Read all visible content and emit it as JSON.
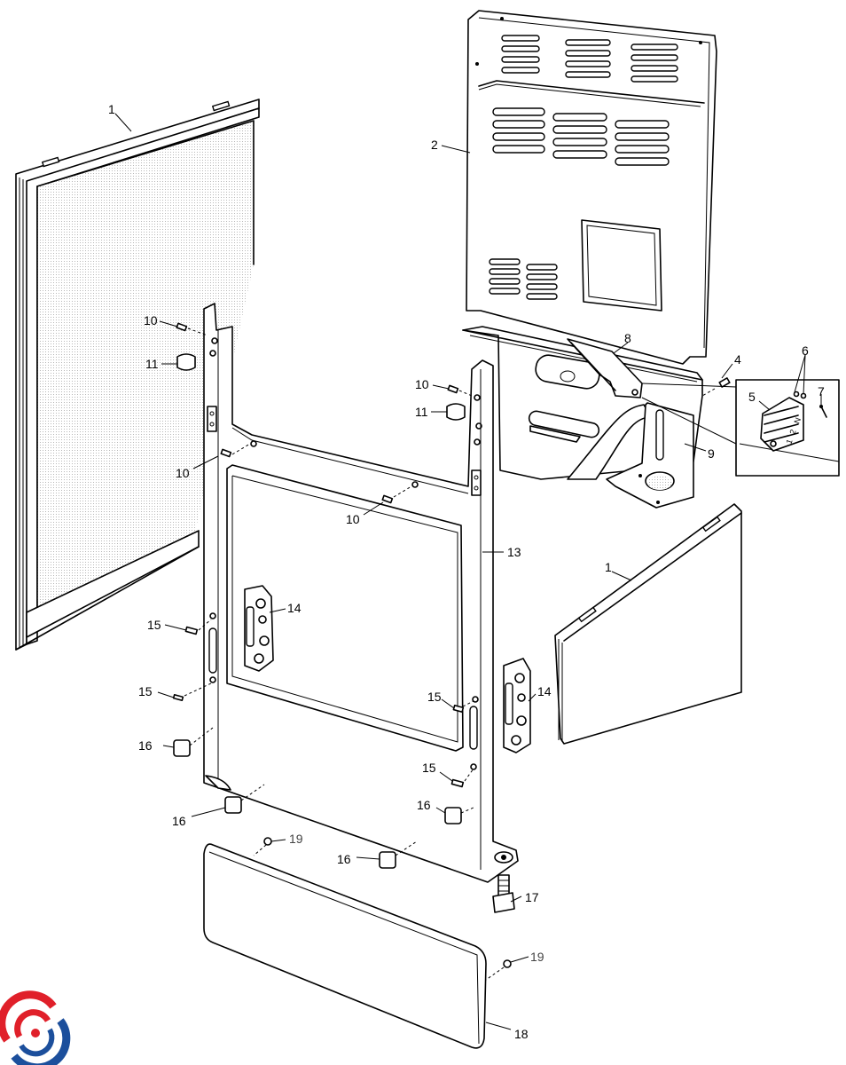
{
  "callouts": [
    {
      "id": "c1a",
      "text": "1"
    },
    {
      "id": "c1b",
      "text": "1"
    },
    {
      "id": "c2",
      "text": "2"
    },
    {
      "id": "c4",
      "text": "4"
    },
    {
      "id": "c5",
      "text": "5"
    },
    {
      "id": "c6",
      "text": "6"
    },
    {
      "id": "c7",
      "text": "7"
    },
    {
      "id": "c8",
      "text": "8"
    },
    {
      "id": "c9",
      "text": "9"
    },
    {
      "id": "c10a",
      "text": "10"
    },
    {
      "id": "c10b",
      "text": "10"
    },
    {
      "id": "c10c",
      "text": "10"
    },
    {
      "id": "c10d",
      "text": "10"
    },
    {
      "id": "c11a",
      "text": "11"
    },
    {
      "id": "c11b",
      "text": "11"
    },
    {
      "id": "c13",
      "text": "13"
    },
    {
      "id": "c14a",
      "text": "14"
    },
    {
      "id": "c14b",
      "text": "14"
    },
    {
      "id": "c15a",
      "text": "15"
    },
    {
      "id": "c15b",
      "text": "15"
    },
    {
      "id": "c15c",
      "text": "15"
    },
    {
      "id": "c15d",
      "text": "15"
    },
    {
      "id": "c16a",
      "text": "16"
    },
    {
      "id": "c16b",
      "text": "16"
    },
    {
      "id": "c16c",
      "text": "16"
    },
    {
      "id": "c16d",
      "text": "16"
    },
    {
      "id": "c17",
      "text": "17"
    },
    {
      "id": "c18",
      "text": "18"
    },
    {
      "id": "c19a",
      "text": "19"
    },
    {
      "id": "c19b",
      "text": "19"
    }
  ],
  "terminal_marks": [
    "N",
    "2",
    "1"
  ],
  "colors": {
    "line": "#000000",
    "logo_red": "#e0202a",
    "logo_blue": "#1c4f9c"
  },
  "icons": {
    "logo": "swirl-logo-icon"
  }
}
